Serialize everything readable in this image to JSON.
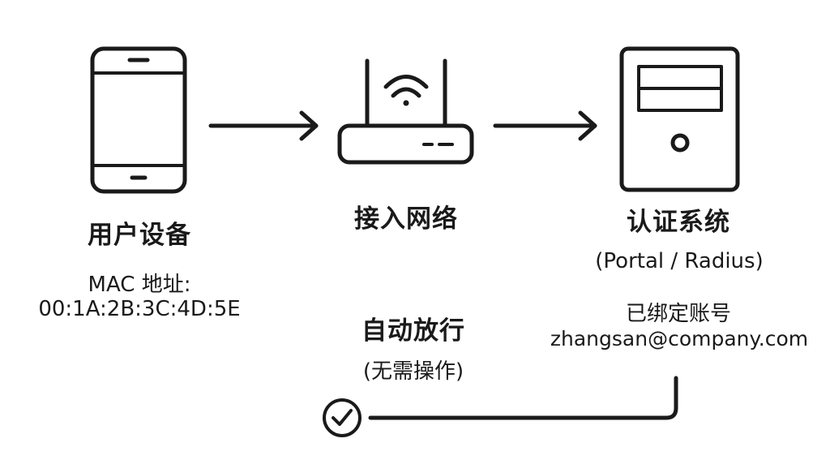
{
  "nodes": {
    "user_device": {
      "icon": "smartphone-icon",
      "title": "用户设备",
      "mac_label": "MAC 地址:",
      "mac_value": "00:1A:2B:3C:4D:5E"
    },
    "access_network": {
      "icon": "wifi-router-icon",
      "title": "接入网络"
    },
    "auth_system": {
      "icon": "server-icon",
      "title": "认证系统",
      "subtitle": "(Portal / Radius)",
      "bound_label": "已绑定账号",
      "account": "zhangsan@company.com"
    }
  },
  "result": {
    "icon": "check-circle-icon",
    "title": "自动放行",
    "note": "(无需操作)"
  },
  "colors": {
    "stroke": "#1a1a1a",
    "background": "#ffffff"
  }
}
